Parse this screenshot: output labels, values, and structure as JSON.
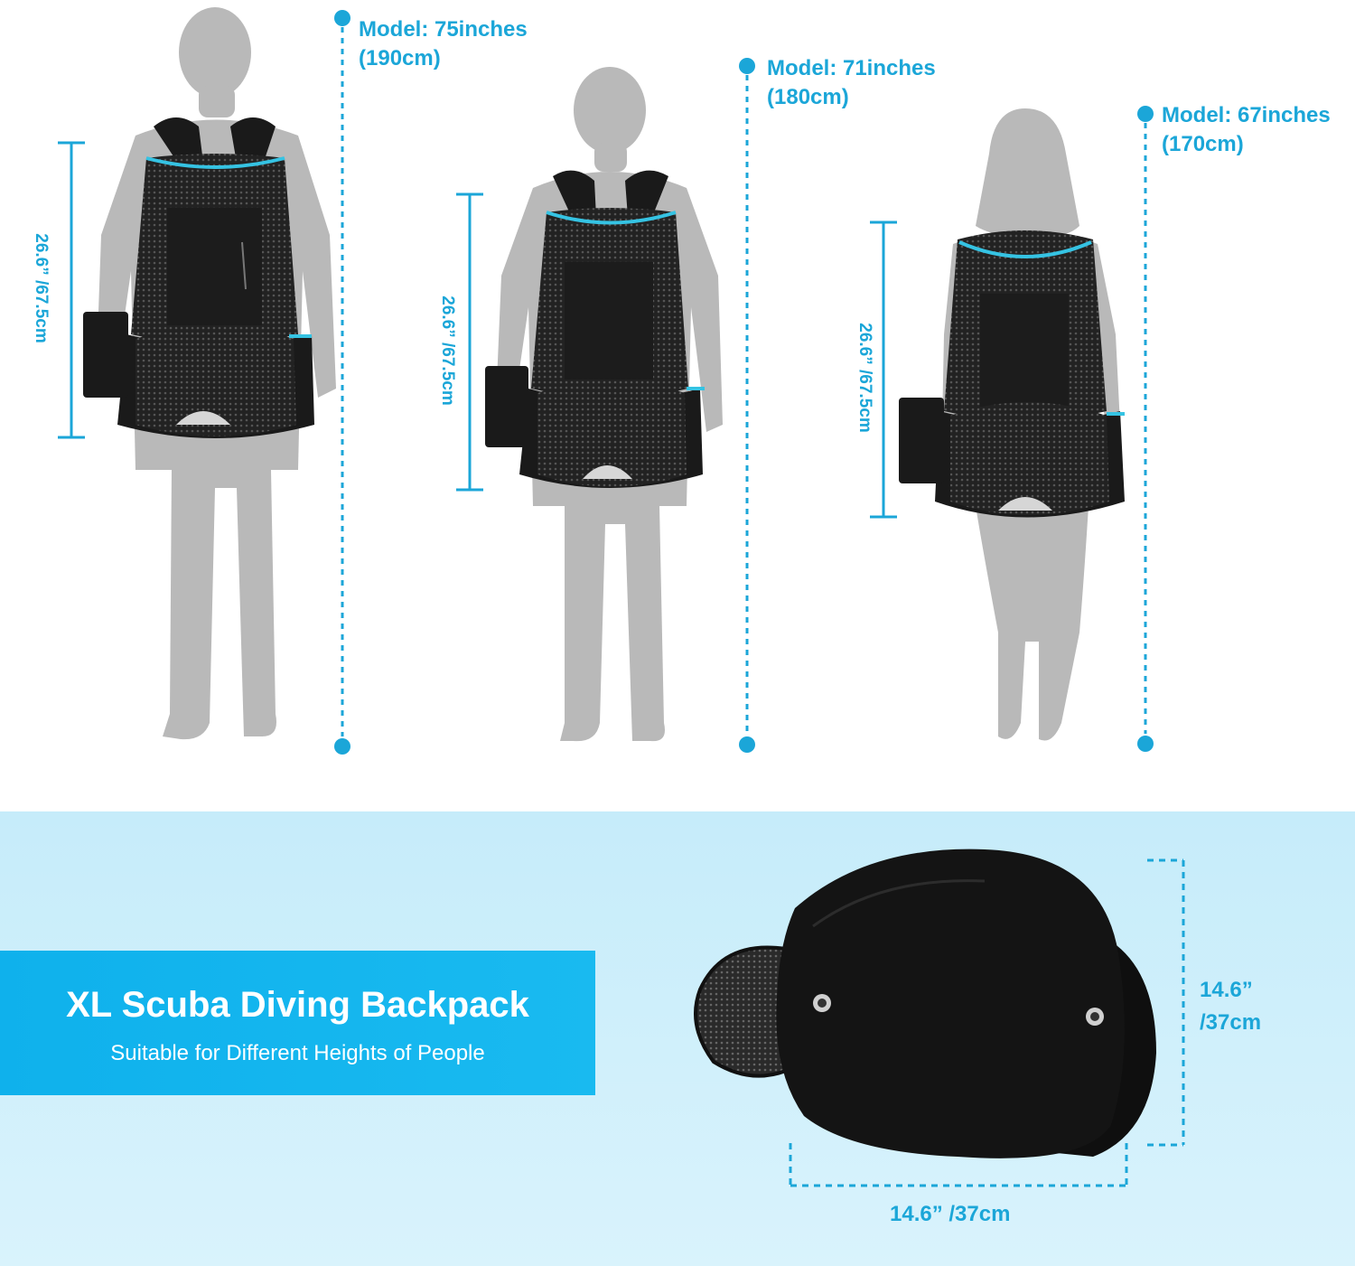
{
  "models": [
    {
      "label_line1": "Model: 75inches",
      "label_line2": "(190cm)",
      "bag_height": "26.6” /67.5cm"
    },
    {
      "label_line1": "Model: 71inches",
      "label_line2": "(180cm)",
      "bag_height": "26.6” /67.5cm"
    },
    {
      "label_line1": "Model: 67inches",
      "label_line2": "(170cm)",
      "bag_height": "26.6” /67.5cm"
    }
  ],
  "banner": {
    "title": "XL Scuba Diving Backpack",
    "subtitle": "Suitable for Different Heights of People"
  },
  "bottom_dims": {
    "height_line1": "14.6”",
    "height_line2": "/37cm",
    "width": "14.6” /37cm"
  },
  "colors": {
    "accent": "#1ba6d8",
    "silhouette": "#b9b9b9",
    "bag": "#1a1a1a",
    "trim": "#35c3e3",
    "banner_bg": "#cfeffb",
    "title_box": "#13b4ee"
  }
}
